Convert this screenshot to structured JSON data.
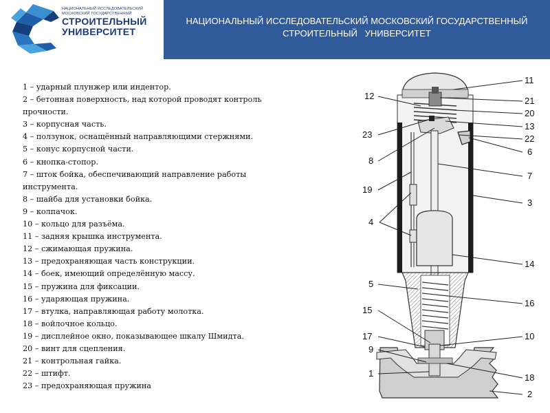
{
  "logo": {
    "line1": "НАЦИОНАЛЬНЫЙ ИССЛЕДОВАТЕЛЬСКИЙ",
    "line2": "МОСКОВСКИЙ ГОСУДАРСТВЕННЫЙ",
    "line3": "СТРОИТЕЛЬНЫЙ",
    "line4": "УНИВЕРСИТЕТ"
  },
  "header": {
    "title_line1": "НАЦИОНАЛЬНЫЙ ИССЛЕДОВАТЕЛЬСКИЙ МОСКОВСКИЙ ГОСУДАРСТВЕННЫЙ",
    "title_line2": "СТРОИТЕЛЬНЫЙ   УНИВЕРСИТЕТ"
  },
  "colors": {
    "banner": "#2f5b9a",
    "logo_blue": "#1a3b78"
  },
  "legend": [
    "1 – ударный плунжер или индентор.",
    "2 – бетонная поверхность, над которой проводят контроль прочности.",
    "3 – корпусная часть.",
    "4 – ползунок, оснащённый направляющими стержнями.",
    "5 – конус корпусной части.",
    "6 – кнопка-стопор.",
    "7 – шток бойка, обеспечивающий направление работы инструмента.",
    "8 – шайба для установки бойка.",
    "9 – колпачок.",
    "10 – кольцо для разъёма.",
    "11 – задняя крышка инструмента.",
    "12 – сжимающая пружина.",
    "13 – предохраняющая часть конструкции.",
    "14 – боек, имеющий определённую массу.",
    "15 – пружина для фиксации.",
    "16 – ударяющая пружина.",
    "17 – втулка, направляющая работу молотка.",
    "18 – войлочное кольцо.",
    "19 – дисплейное окно, показывающее шкалу Шмидта.",
    "20 – винт для сцепления.",
    "21 – контрольная гайка.",
    "22 – штифт.",
    "23 – предохраняющая пружина"
  ],
  "callouts": {
    "c11": "11",
    "c12": "12",
    "c21": "21",
    "c20": "20",
    "c13": "13",
    "c23": "23",
    "c22": "22",
    "c6": "6",
    "c8": "8",
    "c7": "7",
    "c19": "19",
    "c3": "3",
    "c4": "4",
    "c14": "14",
    "c5": "5",
    "c16": "16",
    "c15": "15",
    "c17": "17",
    "c10": "10",
    "c9": "9",
    "c1": "1",
    "c18": "18",
    "c2": "2"
  }
}
